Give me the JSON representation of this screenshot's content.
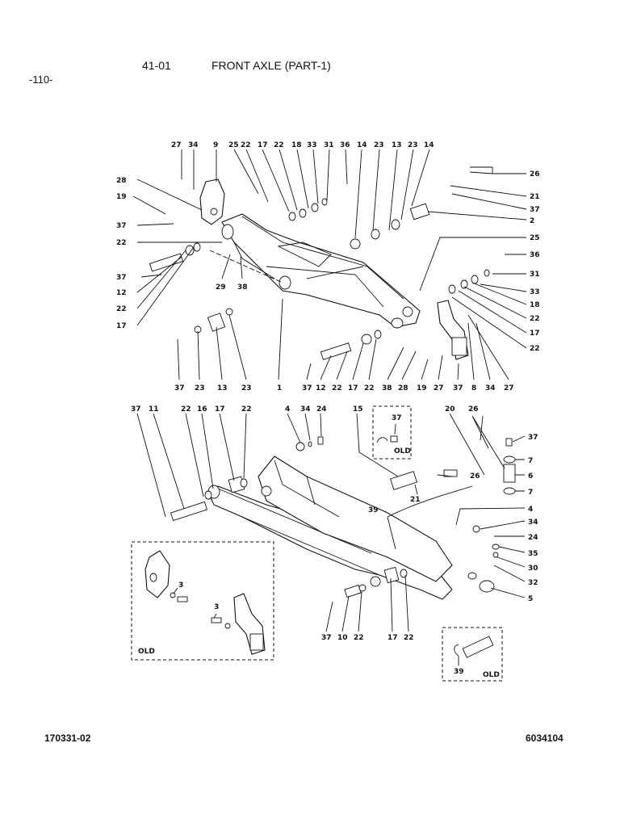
{
  "header": {
    "page_number": "-110-",
    "section_code": "41-01",
    "section_title": "FRONT AXLE (PART-1)"
  },
  "footer": {
    "left_code": "170331-02",
    "right_code": "6034104"
  },
  "insets": {
    "old_label": "OLD"
  },
  "callouts": [
    {
      "id": "t1",
      "text": "27"
    },
    {
      "id": "t2",
      "text": "34"
    },
    {
      "id": "t3",
      "text": "9"
    },
    {
      "id": "t4",
      "text": "25"
    },
    {
      "id": "t5",
      "text": "22"
    },
    {
      "id": "t6",
      "text": "17"
    },
    {
      "id": "t7",
      "text": "22"
    },
    {
      "id": "t8",
      "text": "18"
    },
    {
      "id": "t9",
      "text": "33"
    },
    {
      "id": "t10",
      "text": "31"
    },
    {
      "id": "t11",
      "text": "36"
    },
    {
      "id": "t12",
      "text": "14"
    },
    {
      "id": "t13",
      "text": "23"
    },
    {
      "id": "t14",
      "text": "13"
    },
    {
      "id": "t15",
      "text": "23"
    },
    {
      "id": "t16",
      "text": "14"
    },
    {
      "id": "l1",
      "text": "28"
    },
    {
      "id": "l2",
      "text": "19"
    },
    {
      "id": "l3",
      "text": "37"
    },
    {
      "id": "l4",
      "text": "22"
    },
    {
      "id": "l5",
      "text": "37"
    },
    {
      "id": "l6",
      "text": "12"
    },
    {
      "id": "l7",
      "text": "22"
    },
    {
      "id": "l8",
      "text": "17"
    },
    {
      "id": "r1",
      "text": "26"
    },
    {
      "id": "r2",
      "text": "21"
    },
    {
      "id": "r3",
      "text": "37"
    },
    {
      "id": "r4",
      "text": "2"
    },
    {
      "id": "r5",
      "text": "25"
    },
    {
      "id": "r6",
      "text": "36"
    },
    {
      "id": "r7",
      "text": "31"
    },
    {
      "id": "r8",
      "text": "33"
    },
    {
      "id": "r9",
      "text": "18"
    },
    {
      "id": "r10",
      "text": "22"
    },
    {
      "id": "r11",
      "text": "17"
    },
    {
      "id": "r12",
      "text": "22"
    },
    {
      "id": "m1",
      "text": "29"
    },
    {
      "id": "m2",
      "text": "38"
    },
    {
      "id": "b1",
      "text": "37"
    },
    {
      "id": "b2",
      "text": "23"
    },
    {
      "id": "b3",
      "text": "13"
    },
    {
      "id": "b4",
      "text": "23"
    },
    {
      "id": "b5",
      "text": "1"
    },
    {
      "id": "b6",
      "text": "37"
    },
    {
      "id": "b7",
      "text": "12"
    },
    {
      "id": "b8",
      "text": "22"
    },
    {
      "id": "b9",
      "text": "17"
    },
    {
      "id": "b10",
      "text": "22"
    },
    {
      "id": "b11",
      "text": "38"
    },
    {
      "id": "b12",
      "text": "28"
    },
    {
      "id": "b13",
      "text": "19"
    },
    {
      "id": "b14",
      "text": "27"
    },
    {
      "id": "b15",
      "text": "37"
    },
    {
      "id": "b16",
      "text": "8"
    },
    {
      "id": "b17",
      "text": "34"
    },
    {
      "id": "b18",
      "text": "27"
    },
    {
      "id": "u1",
      "text": "37"
    },
    {
      "id": "u2",
      "text": "11"
    },
    {
      "id": "u3",
      "text": "22"
    },
    {
      "id": "u4",
      "text": "16"
    },
    {
      "id": "u5",
      "text": "17"
    },
    {
      "id": "u6",
      "text": "22"
    },
    {
      "id": "u7",
      "text": "4"
    },
    {
      "id": "u8",
      "text": "34"
    },
    {
      "id": "u9",
      "text": "24"
    },
    {
      "id": "u10",
      "text": "15"
    },
    {
      "id": "u11",
      "text": "37"
    },
    {
      "id": "u12",
      "text": "20"
    },
    {
      "id": "u13",
      "text": "26"
    },
    {
      "id": "v1",
      "text": "37"
    },
    {
      "id": "v2",
      "text": "7"
    },
    {
      "id": "v3",
      "text": "6"
    },
    {
      "id": "v4",
      "text": "7"
    },
    {
      "id": "v5",
      "text": "26"
    },
    {
      "id": "v6",
      "text": "21"
    },
    {
      "id": "v7",
      "text": "39"
    },
    {
      "id": "v8",
      "text": "4"
    },
    {
      "id": "v9",
      "text": "34"
    },
    {
      "id": "v10",
      "text": "24"
    },
    {
      "id": "v11",
      "text": "35"
    },
    {
      "id": "v12",
      "text": "30"
    },
    {
      "id": "v13",
      "text": "32"
    },
    {
      "id": "v14",
      "text": "5"
    },
    {
      "id": "w1",
      "text": "3"
    },
    {
      "id": "w2",
      "text": "3"
    },
    {
      "id": "x1",
      "text": "37"
    },
    {
      "id": "x2",
      "text": "10"
    },
    {
      "id": "x3",
      "text": "22"
    },
    {
      "id": "x4",
      "text": "17"
    },
    {
      "id": "x5",
      "text": "22"
    },
    {
      "id": "x6",
      "text": "39"
    }
  ]
}
